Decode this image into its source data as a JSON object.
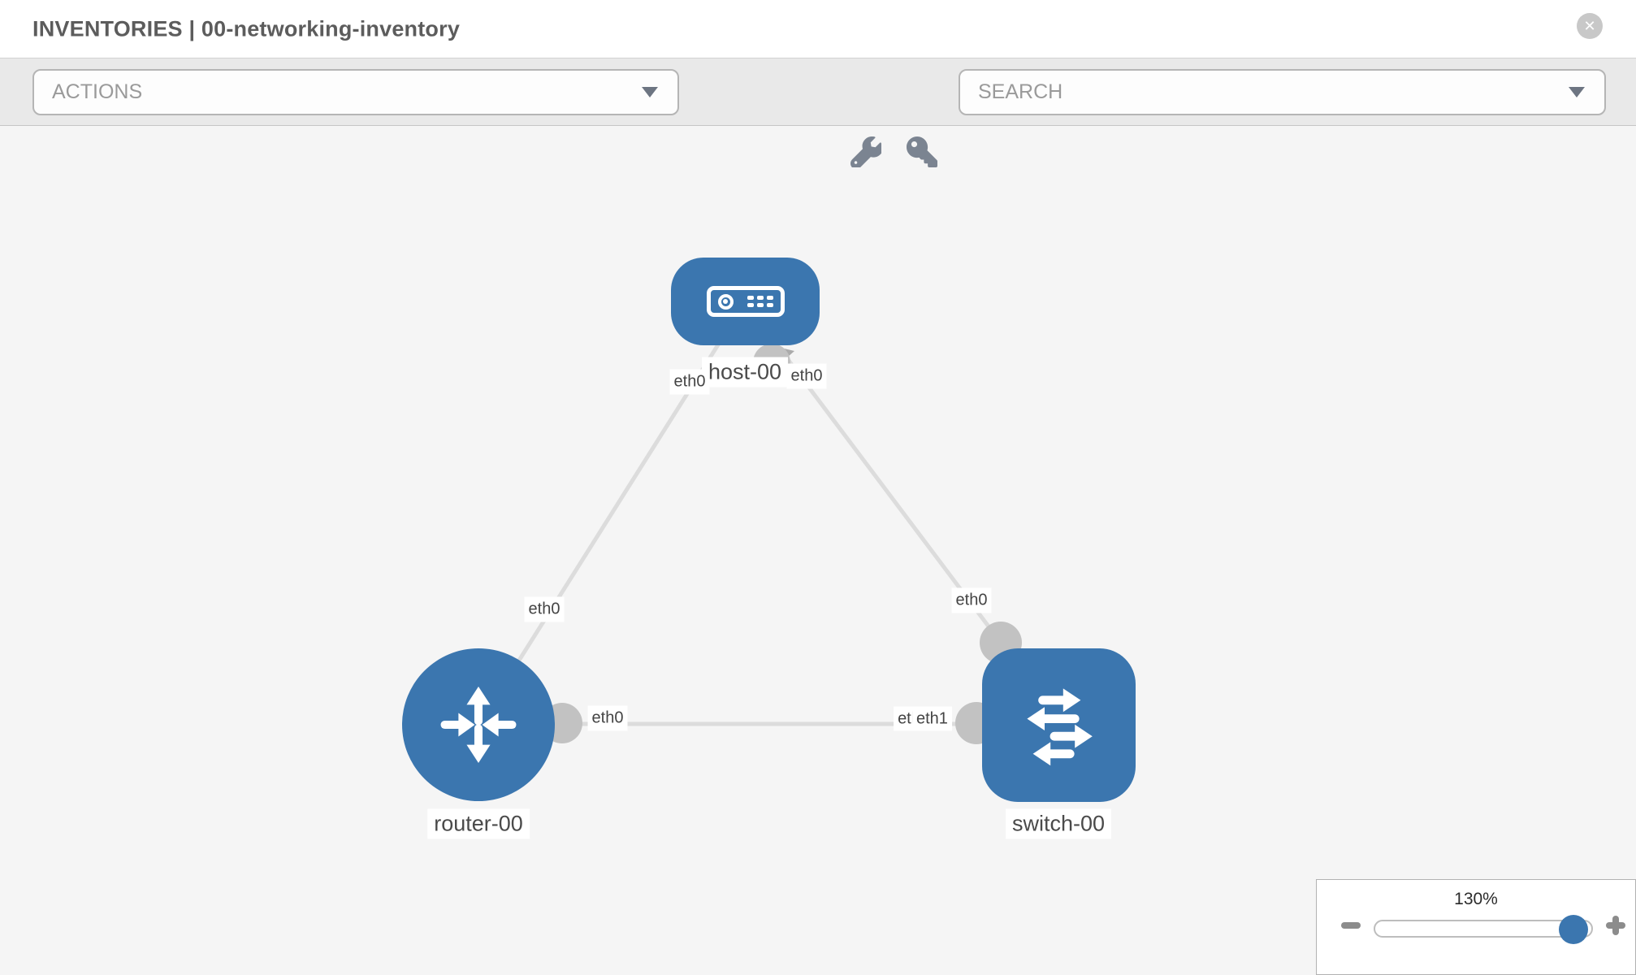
{
  "header": {
    "title": "INVENTORIES | 00-networking-inventory"
  },
  "toolbar": {
    "actions_label": "ACTIONS",
    "search_placeholder": "SEARCH",
    "tools": [
      {
        "icon": "wrench-icon"
      },
      {
        "icon": "key-icon"
      }
    ]
  },
  "canvas": {
    "nodes": [
      {
        "id": "host-00",
        "type": "host",
        "label": "host-00"
      },
      {
        "id": "router-00",
        "type": "router",
        "label": "router-00"
      },
      {
        "id": "switch-00",
        "type": "switch",
        "label": "switch-00"
      }
    ],
    "links": [
      {
        "from": "host-00",
        "from_port": "eth0",
        "to": "router-00",
        "to_port": "eth0"
      },
      {
        "from": "host-00",
        "from_port": "eth0",
        "to": "switch-00",
        "to_port": "eth0"
      },
      {
        "from": "router-00",
        "from_port": "eth0",
        "to": "switch-00",
        "to_port": "eth1"
      }
    ],
    "ports": {
      "host_left": "eth0",
      "host_right": "eth0",
      "router_top": "eth0",
      "router_right": "eth0",
      "switch_top": "eth0",
      "switch_mid_under": "eth0",
      "switch_mid_over": "eth1"
    }
  },
  "zoom_control": {
    "level": "130%"
  },
  "colors": {
    "node_blue": "#3b76af",
    "link_gray": "#dcdcdc",
    "interface_gray": "#c2c2c2",
    "canvas_bg": "#f5f5f5",
    "toolbar_bg": "#e9e9e9"
  }
}
